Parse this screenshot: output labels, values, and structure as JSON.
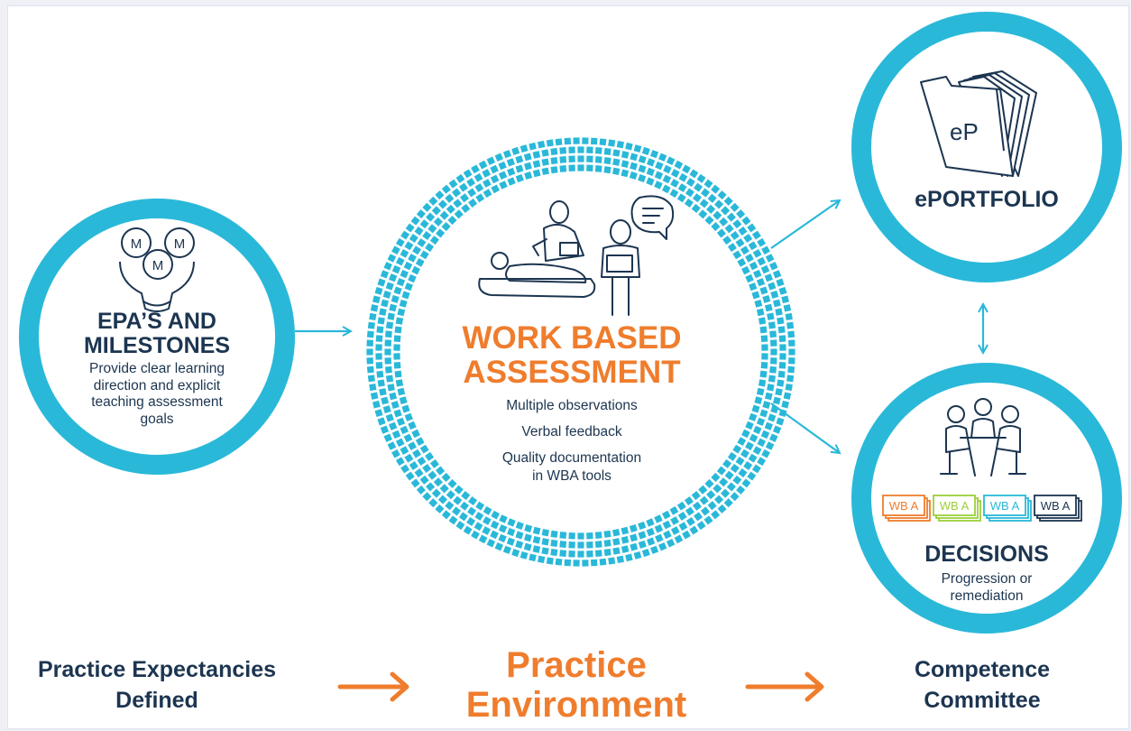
{
  "colors": {
    "cyan": "#2ab8d9",
    "cyan_light": "#b7e6f1",
    "navy": "#1c3550",
    "orange": "#ef7d2d",
    "wba_orange": "#ef7d2d",
    "wba_green": "#9ccf3a",
    "wba_cyan": "#2ab8d9",
    "wba_navy": "#1c3550"
  },
  "icons": {
    "epa": "milestones-funnel-icon",
    "wba": "clinician-patient-observation-icon",
    "eportfolio": "eportfolio-folder-icon",
    "decisions": "committee-meeting-icon"
  },
  "epa": {
    "title_line1": "EPA’S AND",
    "title_line2": "MILESTONES",
    "desc": [
      "Provide clear learning",
      "direction and explicit",
      "teaching assessment",
      "goals"
    ],
    "badge_letter": "M"
  },
  "wba": {
    "title_line1": "WORK BASED",
    "title_line2": "ASSESSMENT",
    "items": [
      "Multiple observations",
      "Verbal feedback",
      "Quality documentation",
      "in WBA tools"
    ]
  },
  "eportfolio": {
    "title": "ePORTFOLIO",
    "folder_label": "eP"
  },
  "decisions": {
    "title": "DECISIONS",
    "desc": [
      "Progression or",
      "remediation"
    ],
    "wba_cards": [
      "WB A",
      "WB A",
      "WB A",
      "WB A"
    ]
  },
  "bottom": {
    "left": [
      "Practice Expectancies",
      "Defined"
    ],
    "center": [
      "Practice",
      "Environment"
    ],
    "right": [
      "Competence",
      "Committee"
    ]
  }
}
